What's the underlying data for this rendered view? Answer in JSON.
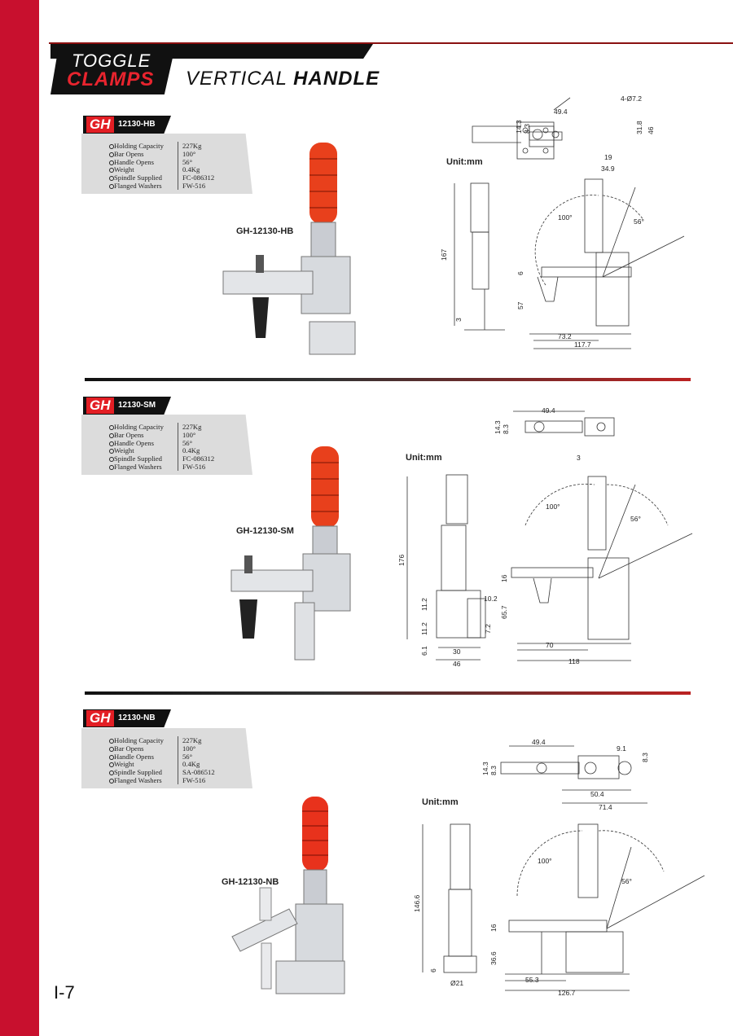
{
  "header": {
    "logo_line1": "TOGGLE",
    "logo_line2": "CLAMPS",
    "subtitle_light": "VERTICAL ",
    "subtitle_bold": "HANDLE"
  },
  "page_number": "I-7",
  "spec_labels": [
    "Holding Capacity",
    "Bar Opens",
    "Handle Opens",
    "Weight",
    "Spindle Supplied",
    "Flanged Washers"
  ],
  "sections": [
    {
      "brand": "GH",
      "code": "12130-HB",
      "model": "GH-12130-HB",
      "unit": "Unit:mm",
      "specs": [
        "227Kg",
        "100°",
        "56°",
        "0.4Kg",
        "FC-086312",
        "FW-516"
      ],
      "dims": {
        "top_width": "49.4",
        "hole": "4-Ø7.2",
        "h1": "14.3",
        "h2": "8.3",
        "h3": "31.8",
        "h4": "46",
        "w1": "19",
        "w2": "34.9",
        "height": "167",
        "base": "3",
        "side1": "6",
        "side2": "57",
        "len1": "73.2",
        "len2": "117.7",
        "ang1": "100°",
        "ang2": "56°"
      }
    },
    {
      "brand": "GH",
      "code": "12130-SM",
      "model": "GH-12130-SM",
      "unit": "Unit:mm",
      "specs": [
        "227Kg",
        "100°",
        "56°",
        "0.4Kg",
        "FC-086312",
        "FW-516"
      ],
      "dims": {
        "top_width": "49.4",
        "h1": "14.3",
        "h2": "8.3",
        "t": "3",
        "height": "176",
        "a": "11.2",
        "b": "11.2",
        "c": "6.1",
        "w30": "30",
        "w46": "46",
        "d1": "10.2",
        "d2": "7.2",
        "side1": "16",
        "side2": "65.7",
        "len1": "70",
        "len2": "118",
        "ang1": "100°",
        "ang2": "56°"
      }
    },
    {
      "brand": "GH",
      "code": "12130-NB",
      "model": "GH-12130-NB",
      "unit": "Unit:mm",
      "specs": [
        "227Kg",
        "100°",
        "56°",
        "0.4Kg",
        "SA-086512",
        "FW-516"
      ],
      "dims": {
        "top_width": "49.4",
        "top_r": "9.1",
        "h1": "14.3",
        "h2": "8.3",
        "h3": "8.3",
        "w1": "50.4",
        "w2": "71.4",
        "height": "146.6",
        "base": "6",
        "dia": "Ø21",
        "side1": "16",
        "side2": "36.6",
        "len1": "55.3",
        "len2": "126.7",
        "ang1": "100°",
        "ang2": "56°"
      }
    }
  ]
}
